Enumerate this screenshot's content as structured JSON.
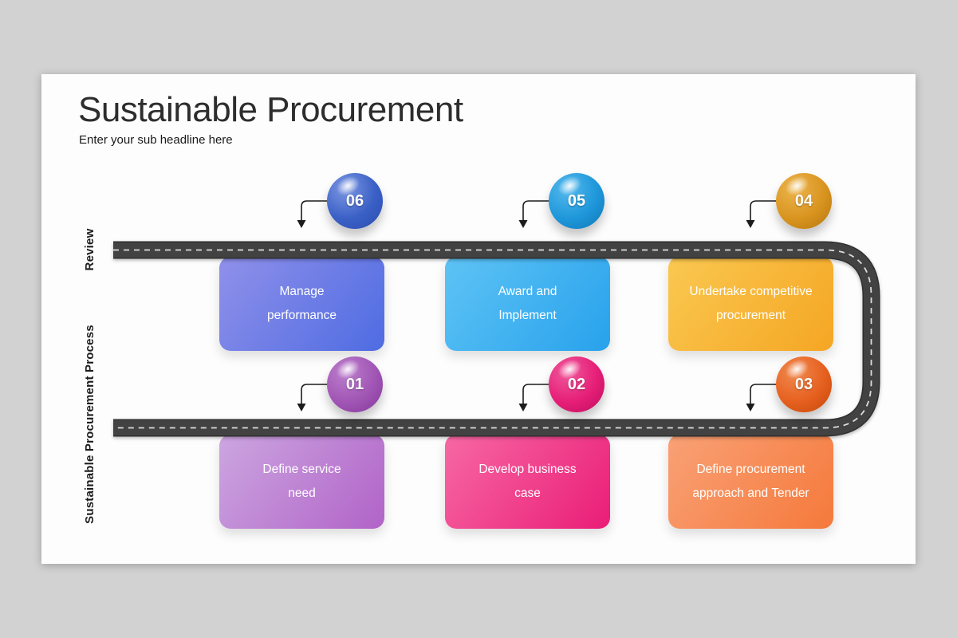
{
  "page": {
    "background_color": "#d2d2d2",
    "slide_background_color": "#fdfdfd"
  },
  "header": {
    "title": "Sustainable Procurement",
    "subtitle": "Enter your sub headline here"
  },
  "side_labels": {
    "top_row": "Review",
    "bottom_row": "Sustainable Procurement Process"
  },
  "road": {
    "asphalt_color": "#424242",
    "edge_color": "#2f2f2f",
    "dash_color": "#dcdcdc"
  },
  "steps": [
    {
      "number": "01",
      "line1": "Define service",
      "line2": "need",
      "circle_color": "#a155b5",
      "card_color_from": "#cca6e0",
      "card_color_to": "#b163c8"
    },
    {
      "number": "02",
      "line1": "Develop business",
      "line2": "case",
      "circle_color": "#e61e77",
      "card_color_from": "#f768a4",
      "card_color_to": "#ea1d77"
    },
    {
      "number": "03",
      "line1": "Define procurement",
      "line2": "approach and Tender",
      "circle_color": "#e6601f",
      "card_color_from": "#f9a176",
      "card_color_to": "#f5793b"
    },
    {
      "number": "04",
      "line1": "Undertake competitive",
      "line2": "procurement",
      "circle_color": "#d9941f",
      "card_color_from": "#fac851",
      "card_color_to": "#f5a623"
    },
    {
      "number": "05",
      "line1": "Award and",
      "line2": "Implement",
      "circle_color": "#1e97da",
      "card_color_from": "#5ec3f5",
      "card_color_to": "#28a2ec"
    },
    {
      "number": "06",
      "line1": "Manage",
      "line2": "performance",
      "circle_color": "#3a60c6",
      "card_color_from": "#9090ea",
      "card_color_to": "#4e6ce2"
    }
  ]
}
